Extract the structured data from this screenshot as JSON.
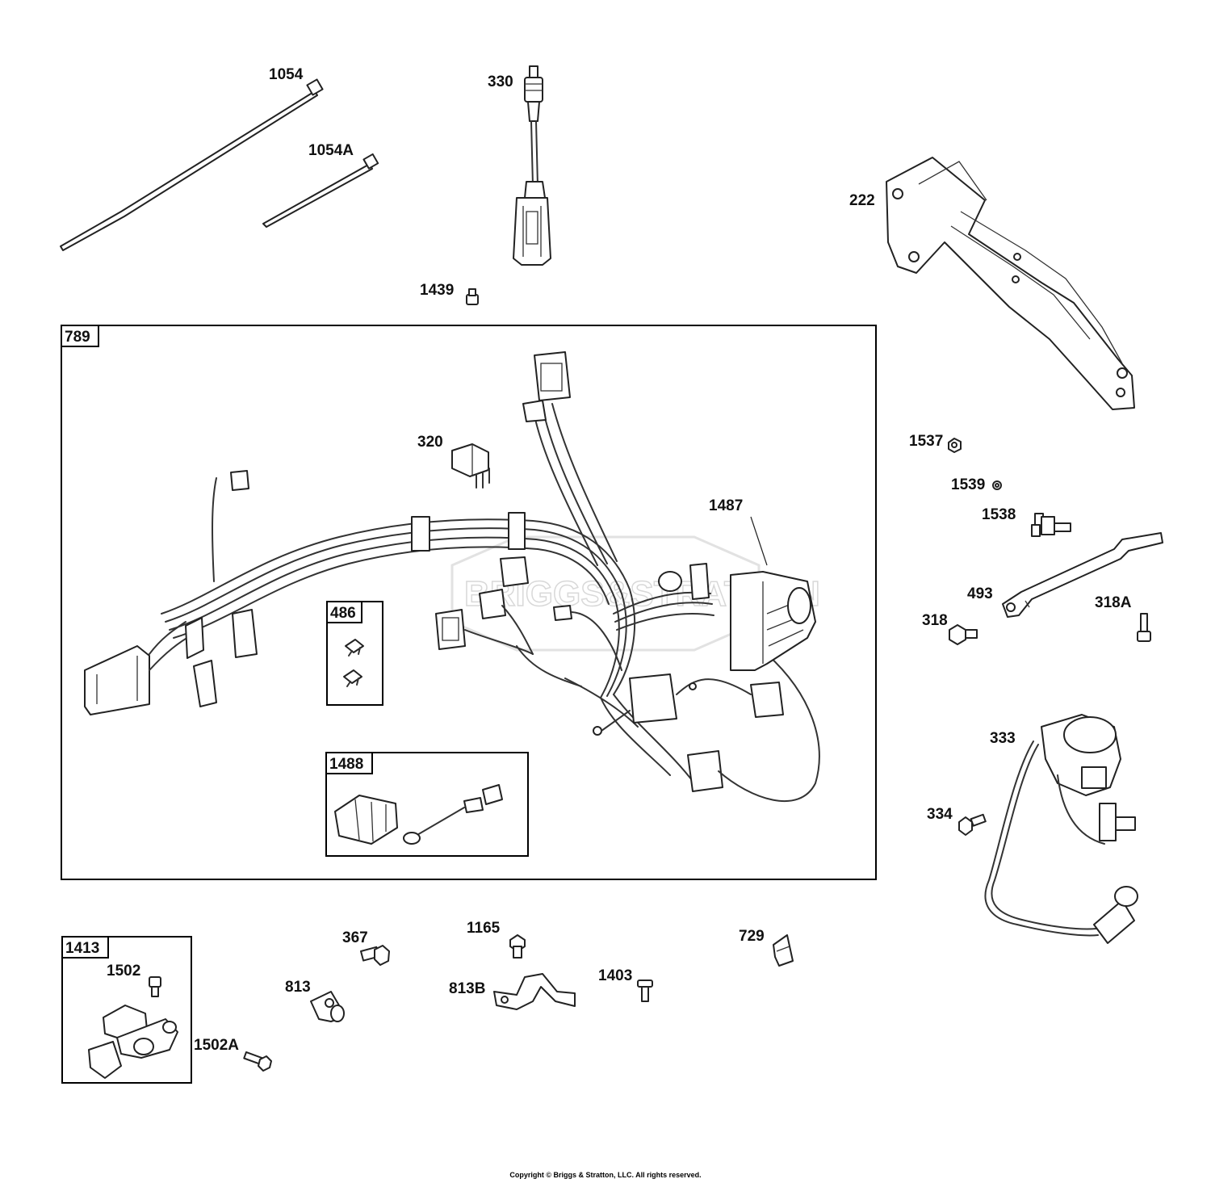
{
  "callouts": {
    "p1054": "1054",
    "p1054A": "1054A",
    "p330": "330",
    "p1439": "1439",
    "p222": "222",
    "p320": "320",
    "p1487": "1487",
    "p1537": "1537",
    "p1539": "1539",
    "p1538": "1538",
    "p493": "493",
    "p318": "318",
    "p318A": "318A",
    "p333": "333",
    "p334": "334",
    "p367": "367",
    "p1165": "1165",
    "p729": "729",
    "p813": "813",
    "p813B": "813B",
    "p1403": "1403",
    "p1502": "1502",
    "p1502A": "1502A"
  },
  "boxes": {
    "b789": "789",
    "b486": "486",
    "b1488": "1488",
    "b1413": "1413"
  },
  "watermark": "BRIGGS&STRATTON",
  "copyright": "Copyright © Briggs & Stratton, LLC. All rights reserved."
}
